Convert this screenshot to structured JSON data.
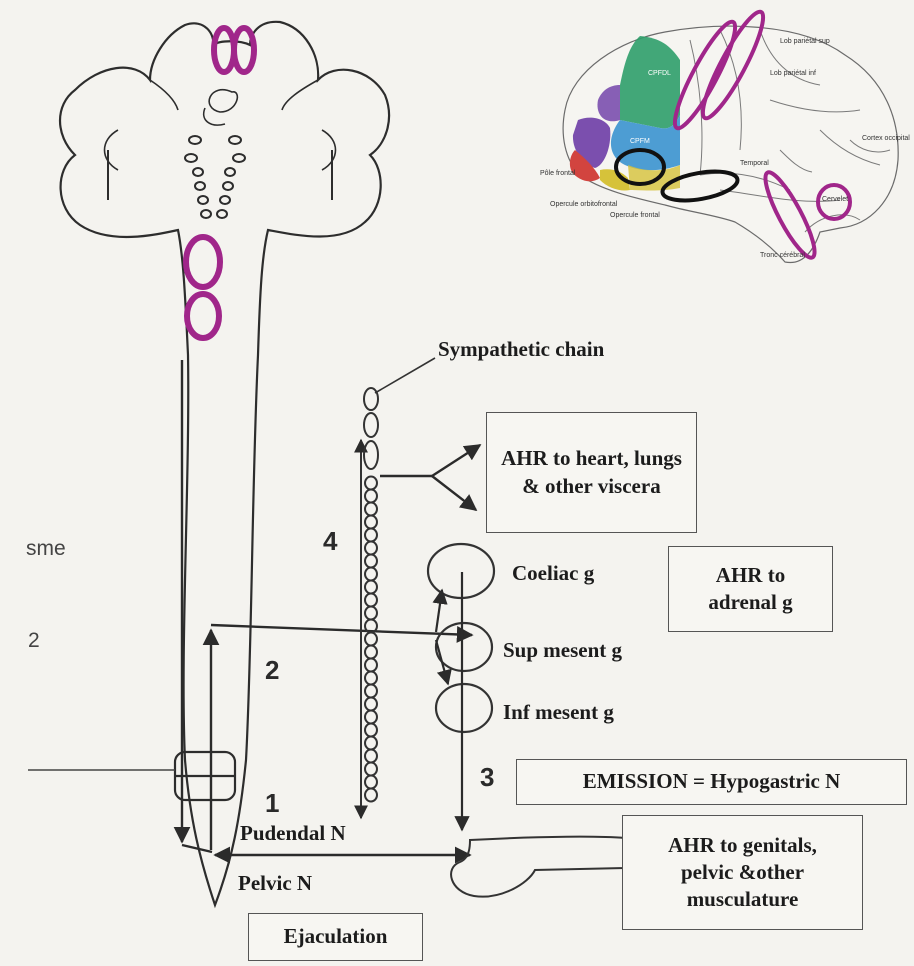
{
  "left_edge": {
    "text1": "sme",
    "text2": "2"
  },
  "labels": {
    "sympathetic_chain": "Sympathetic chain",
    "coeliac": "Coeliac g",
    "sup_mesent": "Sup mesent g",
    "inf_mesent": "Inf mesent g",
    "pudendal": "Pudendal N",
    "pelvic": "Pelvic N"
  },
  "numbers": {
    "n1": "1",
    "n2": "2",
    "n3": "3",
    "n4": "4"
  },
  "boxes": {
    "heart_lungs": "AHR to heart, lungs & other viscera",
    "adrenal": "AHR to adrenal g",
    "emission": "EMISSION = Hypogastric N",
    "genitals": "AHR to genitals, pelvic &other musculature",
    "ejaculation": "Ejaculation"
  },
  "brain_inset_labels": {
    "pfc_frontal": "Pôle frontal",
    "operculum_orbitofrontal": "Opercule orbitofrontal",
    "operculum_frontal": "Opercule frontal",
    "sub_parietal_sup": "Lob pariétal sup",
    "sub_parietal_inf": "Lob pariétal inf",
    "temporal": "Temporal",
    "cortex_occipital": "Cortex occipital",
    "cervelet": "Cervelet",
    "tronc_cerebral": "Tronc cérébral",
    "cpfm": "CPFM",
    "cpfdl": "CPFDL"
  },
  "colors": {
    "highlight_magenta": "#a0268a",
    "highlight_black": "#111111",
    "line": "#333333",
    "arrow": "#2b2b2b",
    "brain_blue": "#4d9dd3",
    "brain_green": "#2f9e6a",
    "brain_purple": "#7b4fae",
    "brain_red": "#d2443f",
    "brain_yellow": "#d6c23a"
  }
}
